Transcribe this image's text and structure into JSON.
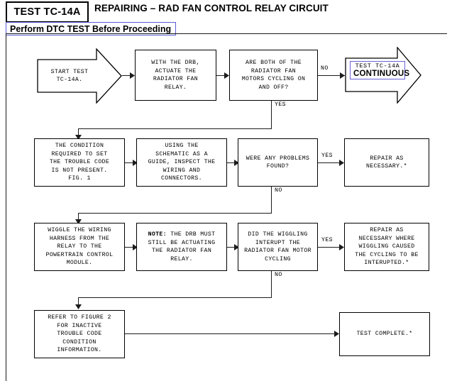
{
  "header": {
    "test_id": "TEST TC-14A",
    "title": "REPAIRING – RAD FAN CONTROL RELAY CIRCUIT",
    "notice": "Perform DTC TEST Before Proceeding",
    "notice_border_color": "#5b5bd6"
  },
  "nodes": {
    "start": "START TEST\nTC-14A.",
    "actuate": "WITH THE DRB,\nACTUATE THE\nRADIATOR FAN\nRELAY.",
    "cycling_question": "ARE BOTH OF THE\nRADIATOR FAN\nMOTORS CYCLING ON\nAND OFF?",
    "continuous_link_line1": "TEST  TC-14A",
    "continuous_link_line2": "CONTINUOUS",
    "condition": "THE CONDITION\nREQUIRED TO SET\nTHE TROUBLE CODE\nIS NOT PRESENT.\nFIG. 1",
    "schematic": "USING THE\nSCHEMATIC AS A\nGUIDE, INSPECT THE\nWIRING AND\nCONNECTORS.",
    "problems_question": "WERE ANY PROBLEMS\nFOUND?",
    "repair_necessary": "REPAIR AS\nNECESSARY.*",
    "wiggle": "WIGGLE THE WIRING\nHARNESS FROM THE\nRELAY TO THE\nPOWERTRAIN CONTROL\nMODULE.",
    "note_bold": "NOTE:",
    "note_rest": " THE DRB MUST\nSTILL BE ACTUATING\nTHE RADIATOR FAN\nRELAY.",
    "interrupt_question": "DID THE WIGGLING\nINTERUPT THE\nRADIATOR FAN MOTOR\nCYCLING",
    "repair_wiggling": "REPAIR AS\nNECESSARY WHERE\nWIGGLING CAUSED\nTHE CYCLING TO BE\nINTERUPTED.*",
    "refer_figure2": "REFER TO FIGURE 2\nFOR INACTIVE\nTROUBLE CODE\nCONDITION\nINFORMATION.",
    "test_complete": "TEST COMPLETE.*"
  },
  "edge_labels": {
    "no_1": "NO",
    "yes_1": "YES",
    "yes_2": "YES",
    "no_2": "NO",
    "yes_3": "YES",
    "no_3": "NO"
  },
  "colors": {
    "line": "#1c1c1c",
    "box_border": "#000000",
    "link_border": "#6a62d8",
    "background": "#ffffff"
  }
}
